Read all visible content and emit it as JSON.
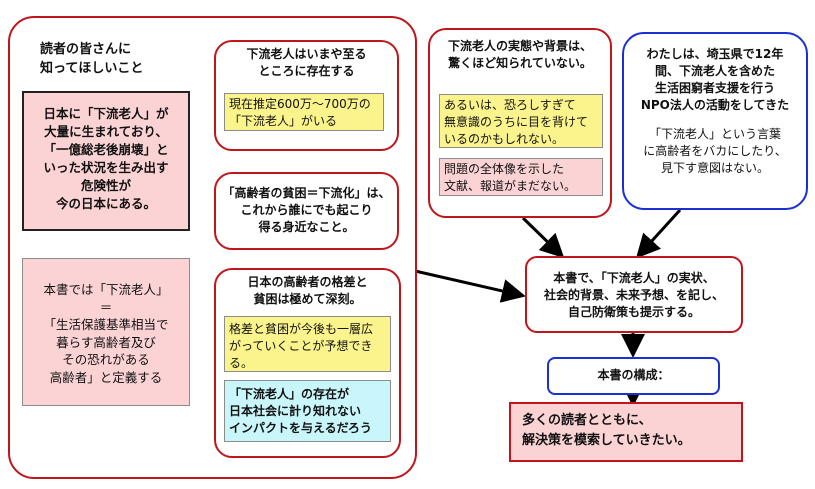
{
  "colors": {
    "red_border": "#c0151b",
    "blue_border": "#1a2fd6",
    "yellow": "#fbf48c",
    "pink": "#fbd3d5",
    "cyan": "#c9f6fb"
  },
  "left_panel": {
    "heading": "読者の皆さんに\n知ってほしいこと",
    "alert_box": "日本に「下流老人」が\n大量に生まれており、\n「一億総老後崩壊」と\nいった状況を生み出す\n危険性が\n今の日本にある。",
    "definition_box": "本書では「下流老人」\n＝\n「生活保護基準相当で\n暮らす高齢者及び\nその恐れがある\n高齢者」と定義する"
  },
  "center_column": {
    "box1_title": "下流老人はいまや至る\nところに存在する",
    "box1_note": "現在推定600万〜700万の\n「下流老人」がいる",
    "box2_text": "「高齢者の貧困＝下流化」は、\nこれから誰にでも起こり\n得る身近なこと。",
    "box3_title": "日本の高齢者の格差と\n貧困は極めて深刻。",
    "box3_note_yellow": "格差と貧困が今後も一層広\nがっていくことが予想でき\nる。",
    "box3_note_cyan": "「下流老人」の存在が\n日本社会に計り知れない\nインパクトを与えるだろう"
  },
  "right_top": {
    "reality_title": "下流老人の実態や背景は、\n驚くほど知られていない。",
    "reality_note_yellow": "あるいは、恐ろしすぎて\n無意識のうちに目を背けて\nいるのかもしれない。",
    "reality_note_pink": "問題の全体像を示した\n文献、報道がまだない。",
    "author_text": "わたしは、埼玉県で12年\n間、下流老人を含めた\n生活困窮者支援を行う\nNPO法人の活動をしてきた",
    "author_note": "「下流老人」という言葉\nに高齢者をバカにしたり、\n見下す意図はない。"
  },
  "right_bottom": {
    "book_box": "本書で、「下流老人」の実状、\n社会的背景、未来予想、を記し、\n自己防衛策も提示する。",
    "structure_box": "本書の構成：",
    "closing_box": "多くの読者とともに、\n解決策を模索していきたい。"
  }
}
